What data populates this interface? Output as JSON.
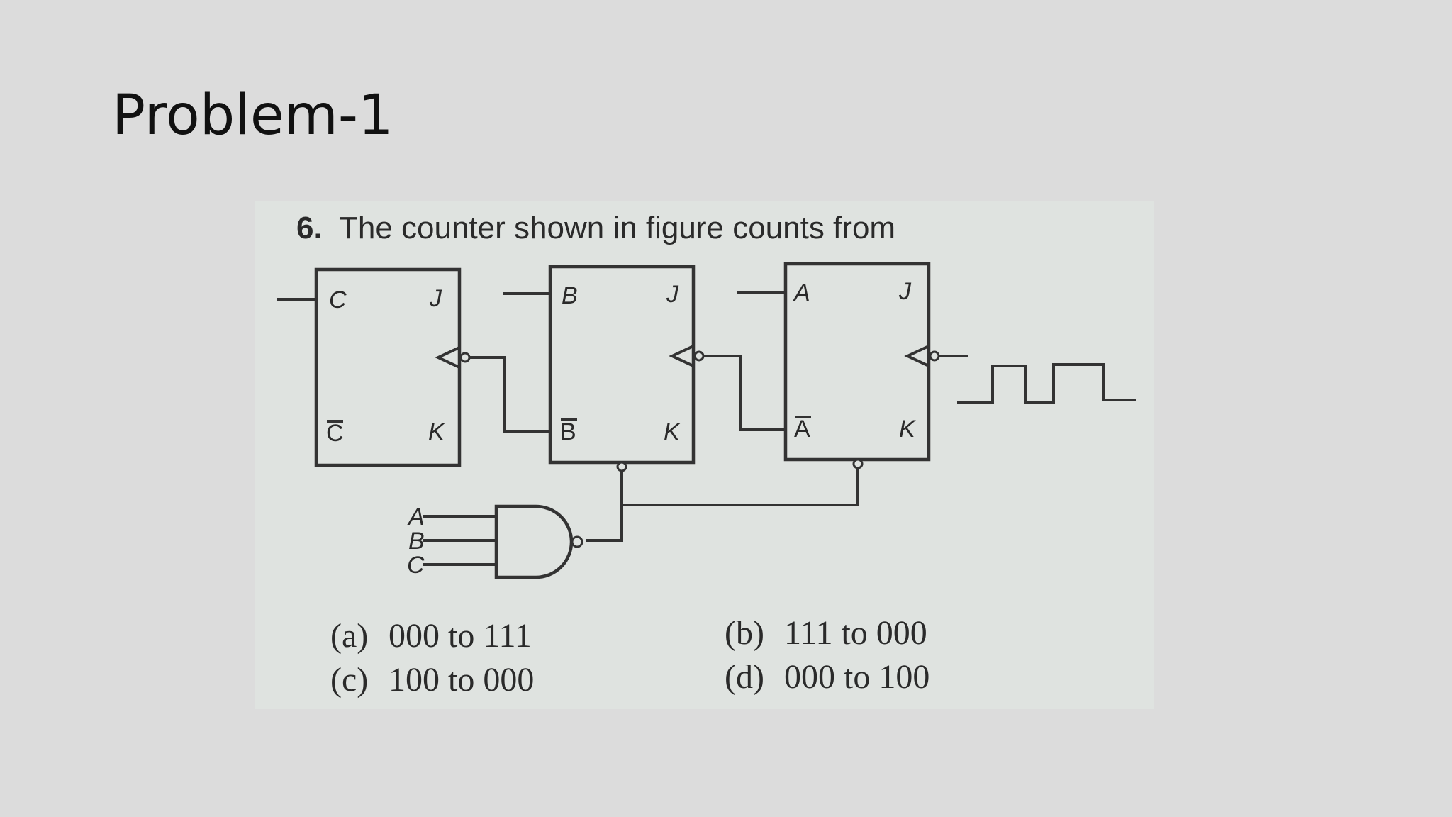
{
  "slide": {
    "title": "Problem-1"
  },
  "question": {
    "number": "6.",
    "text": "The counter shown in figure counts from"
  },
  "flipflops": [
    {
      "out_q": "C",
      "out_qbar": "C",
      "in_j": "J",
      "in_k": "K"
    },
    {
      "out_q": "B",
      "out_qbar": "B",
      "in_j": "J",
      "in_k": "K"
    },
    {
      "out_q": "A",
      "out_qbar": "A",
      "in_j": "J",
      "in_k": "K"
    }
  ],
  "gate_inputs": [
    "A",
    "B",
    "C"
  ],
  "options": [
    {
      "label": "(a)",
      "text": "000 to 111"
    },
    {
      "label": "(b)",
      "text": "111 to 000"
    },
    {
      "label": "(c)",
      "text": "100 to 000"
    },
    {
      "label": "(d)",
      "text": "000 to 100"
    }
  ]
}
